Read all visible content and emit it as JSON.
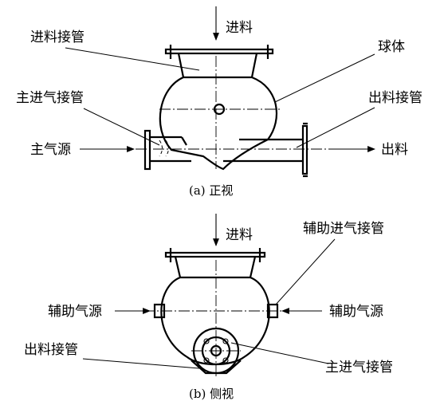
{
  "front_view": {
    "labels": {
      "feed_in": "进料",
      "feed_pipe": "进料接管",
      "sphere": "球体",
      "main_inlet_pipe": "主进气接管",
      "outlet_pipe": "出料接管",
      "main_gas_source": "主气源",
      "discharge": "出料"
    },
    "caption": "(a) 正视"
  },
  "side_view": {
    "labels": {
      "feed_in": "进料",
      "aux_inlet_pipe": "辅助进气接管",
      "aux_gas_source_left": "辅助气源",
      "aux_gas_source_right": "辅助气源",
      "outlet_pipe": "出料接管",
      "main_inlet_pipe": "主进气接管"
    },
    "caption": "(b) 侧视"
  }
}
